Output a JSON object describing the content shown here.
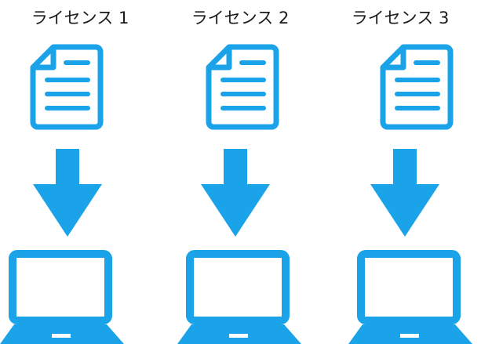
{
  "colors": {
    "accent": "#1aa3e8"
  },
  "licenses": [
    {
      "label": "ライセンス 1"
    },
    {
      "label": "ライセンス 2"
    },
    {
      "label": "ライセンス 3"
    }
  ],
  "icons": {
    "document": "document-icon",
    "arrow": "arrow-down-icon",
    "device": "laptop-icon"
  }
}
